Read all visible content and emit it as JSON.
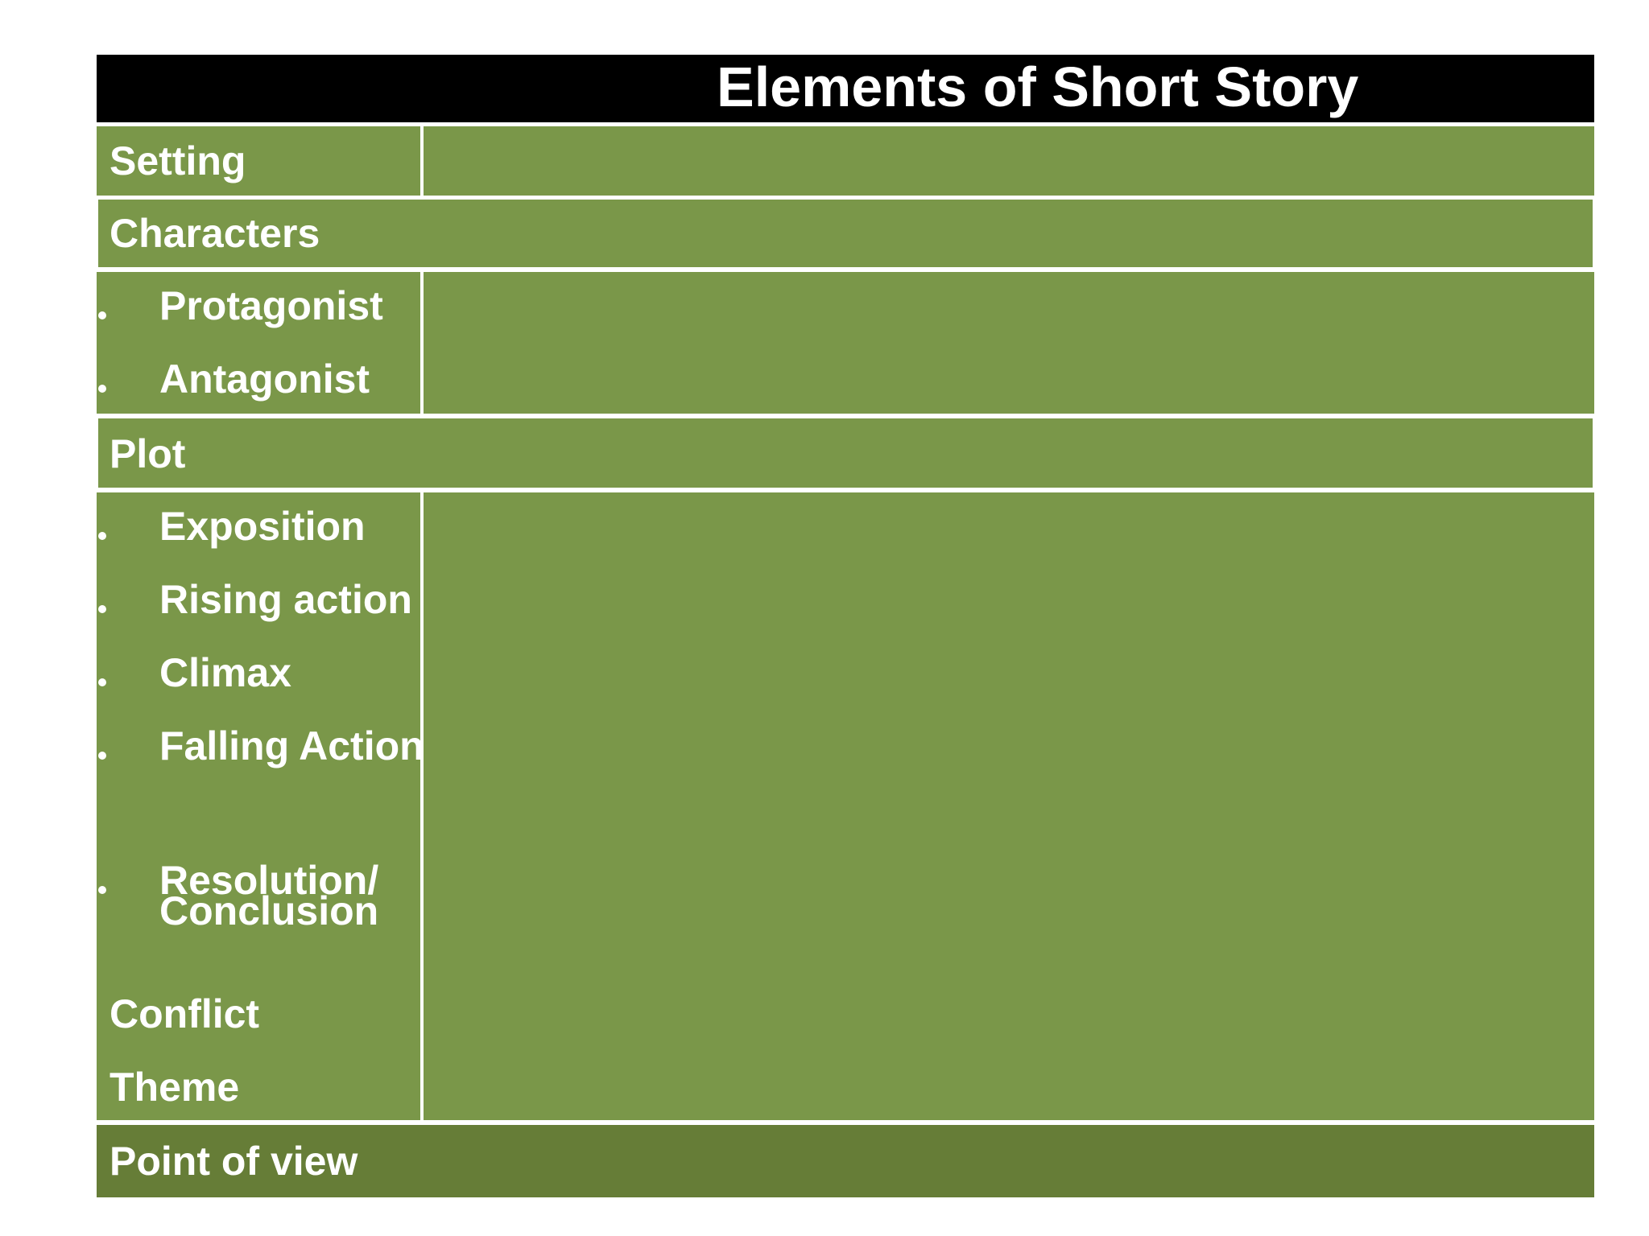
{
  "title": "Elements of Short Story",
  "rows": {
    "setting": "Setting",
    "characters": "Characters",
    "protagonist": "Protagonist",
    "antagonist": "Antagonist",
    "plot": "Plot",
    "exposition": "Exposition",
    "rising_action": "Rising action",
    "climax": "Climax",
    "falling_action": "Falling Action",
    "resolution_line1": "Resolution/",
    "resolution_line2": "Conclusion",
    "conflict": "Conflict",
    "theme": "Theme",
    "point_of_view": "Point of view"
  },
  "colors": {
    "cell": "#7a9749",
    "cell_dark": "#667d37",
    "title_bar": "#000000",
    "text": "#ffffff"
  }
}
